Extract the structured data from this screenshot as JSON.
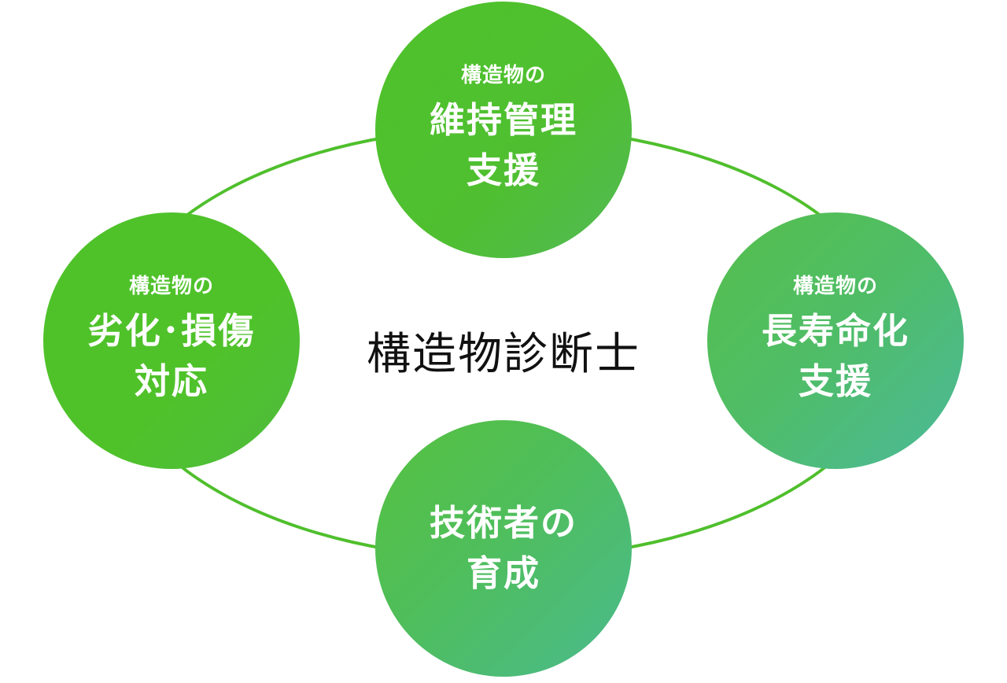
{
  "center": {
    "title": "構造物診断士"
  },
  "nodes": {
    "top": {
      "prefix": "構造物の",
      "line1": "維持管理",
      "line2": "支援"
    },
    "left": {
      "prefix": "構造物の",
      "line1": "劣化･損傷",
      "line2": "対応"
    },
    "right": {
      "prefix": "構造物の",
      "line1": "長寿命化",
      "line2": "支援"
    },
    "bottom": {
      "line1": "技術者の",
      "line2": "育成"
    }
  },
  "colors": {
    "ring": "#4fbf2c",
    "node_green": "#4fc22a",
    "node_teal": "#4cb99b",
    "text_dark": "#111111"
  }
}
